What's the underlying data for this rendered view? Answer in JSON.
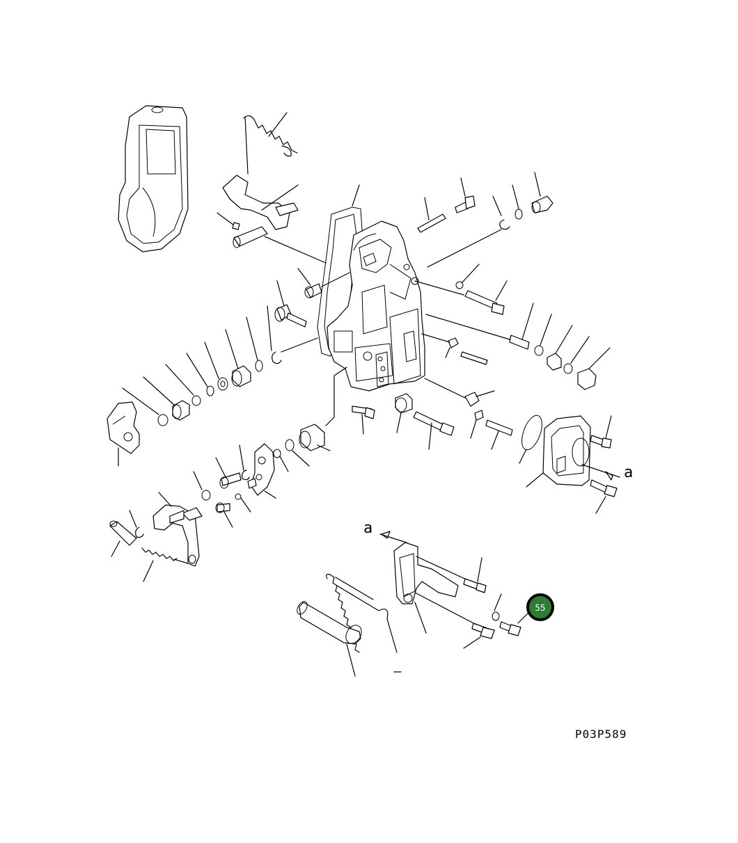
{
  "drawing_code": "P03P589",
  "reference_labels": {
    "arrow_a_right": "a",
    "arrow_a_left": "a"
  },
  "callout_badge": {
    "label": "55",
    "fill": "#2e7d32"
  }
}
